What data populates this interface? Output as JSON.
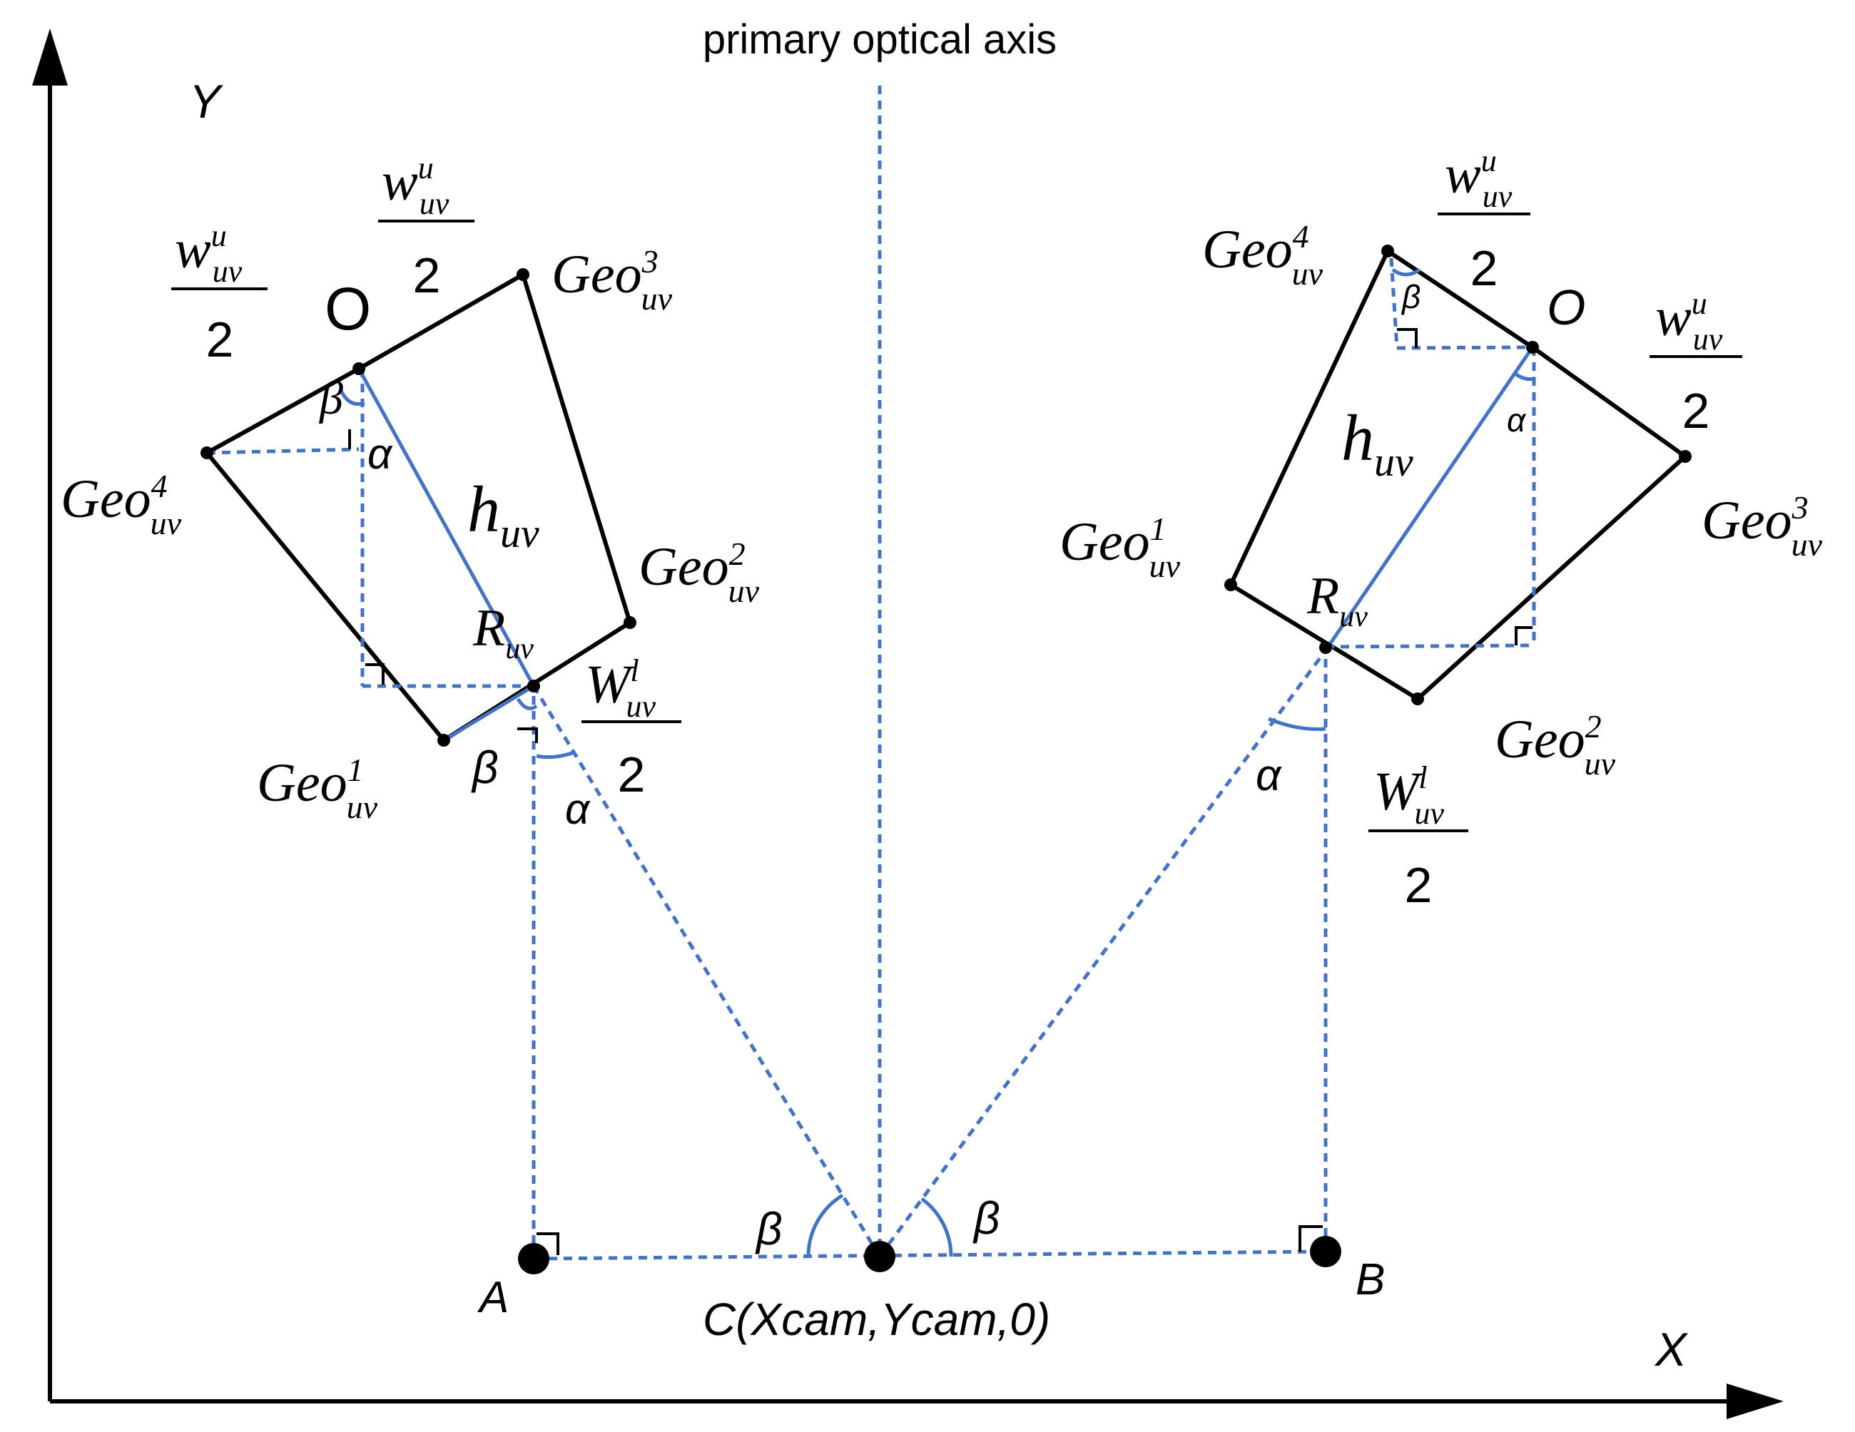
{
  "axis": {
    "x_label": "X",
    "y_label": "Y",
    "optical_axis_label": "primary optical axis"
  },
  "points": {
    "camera_label": "C(Xcam,Ycam,0)",
    "a_label": "A",
    "b_label": "B",
    "o_label": "O",
    "r_base": "R",
    "r_sub": "uv"
  },
  "geo": {
    "base": "Geo",
    "sub": "uv",
    "sup1": "1",
    "sup2": "2",
    "sup3": "3",
    "sup4": "4"
  },
  "fractions": {
    "w_base": "w",
    "W_base": "W",
    "sup_u": "u",
    "sup_l": "l",
    "sub": "uv",
    "denominator": "2"
  },
  "height": {
    "base": "h",
    "sub": "uv"
  },
  "angles": {
    "alpha": "α",
    "beta": "β"
  },
  "colors": {
    "edge": "#000000",
    "construction": "#4472C4"
  }
}
